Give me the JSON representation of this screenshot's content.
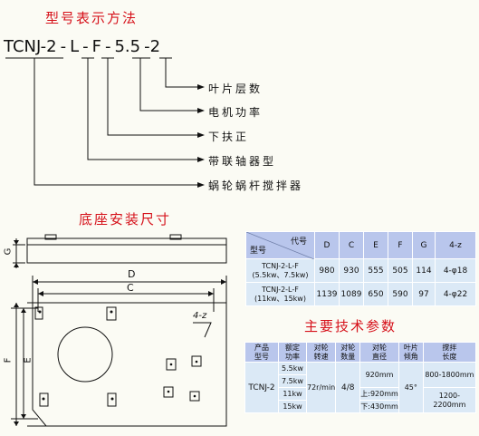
{
  "model_section": {
    "title": "型号表示方法",
    "code_parts": [
      "TCNJ-2",
      "-",
      "L",
      "-",
      "F",
      "-",
      "5.5",
      "-2"
    ],
    "labels": [
      "叶片层数",
      "电机功率",
      "下扶正",
      "带联轴器型",
      "蜗轮蜗杆搅拌器"
    ]
  },
  "base_section": {
    "title": "底座安装尺寸",
    "dim_labels": {
      "G": "G",
      "D": "D",
      "C": "C",
      "F": "F",
      "E": "E",
      "holes": "4-z"
    }
  },
  "dim_table": {
    "corner_top": "代号",
    "corner_bottom": "型号",
    "headers": [
      "D",
      "C",
      "E",
      "F",
      "G",
      "4-z"
    ],
    "rows": [
      {
        "model_line1": "TCNJ-2-L-F",
        "model_line2": "(5.5kw、7.5kw)",
        "values": [
          "980",
          "930",
          "555",
          "505",
          "114",
          "4-φ18"
        ]
      },
      {
        "model_line1": "TCNJ-2-L-F",
        "model_line2": "(11kw、15kw)",
        "values": [
          "1139",
          "1089",
          "650",
          "590",
          "97",
          "4-φ22"
        ]
      }
    ]
  },
  "tech_section": {
    "title": "主要技术参数",
    "headers": [
      [
        "产品",
        "型号"
      ],
      [
        "额定",
        "功率"
      ],
      [
        "对轮",
        "转速"
      ],
      [
        "对轮",
        "数量"
      ],
      [
        "对轮",
        "直径"
      ],
      [
        "叶片",
        "倾角"
      ],
      [
        "搅拌",
        "长度"
      ]
    ],
    "model": "TCNJ-2",
    "powers": [
      "5.5kw",
      "7.5kw",
      "11kw",
      "15kw"
    ],
    "speed": "72r/min",
    "count": "4/8",
    "diameters": [
      "920mm",
      "上:920mm",
      "下:430mm"
    ],
    "angle": "45°",
    "lengths": [
      "800-1800mm",
      "1200-2200mm"
    ]
  }
}
